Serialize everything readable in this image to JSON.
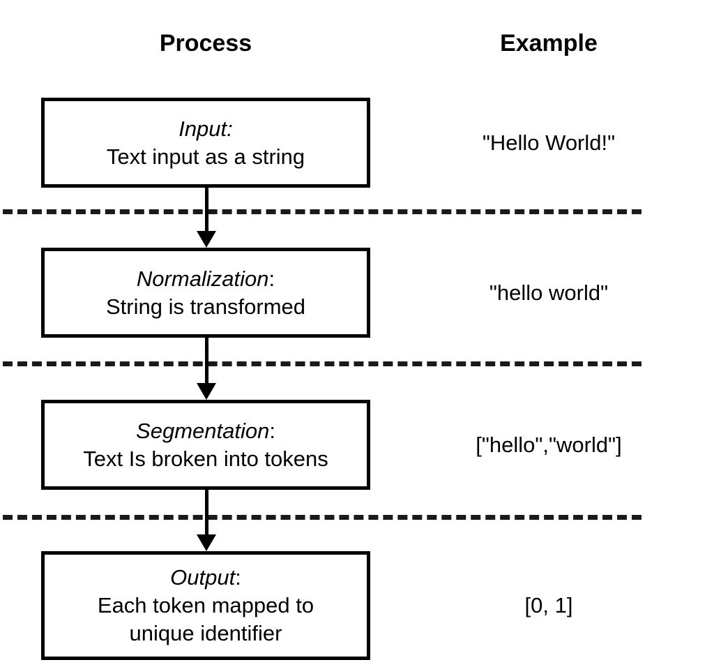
{
  "headers": {
    "process": "Process",
    "example": "Example"
  },
  "colors": {
    "background": "#ffffff",
    "stroke": "#000000",
    "text": "#000000",
    "separator": "#1a1a1a"
  },
  "steps": [
    {
      "stage": "Input",
      "colon": ":",
      "description": "Text input as a string",
      "description_line2": "",
      "example": "\"Hello World!\""
    },
    {
      "stage": "Normalization",
      "colon": ":",
      "description": "String is transformed",
      "description_line2": "",
      "example": "\"hello world\""
    },
    {
      "stage": "Segmentation",
      "colon": ":",
      "description": "Text Is broken into tokens",
      "description_line2": "",
      "example": "[\"hello\",\"world\"]"
    },
    {
      "stage": "Output",
      "colon": ":",
      "description": "Each token mapped to",
      "description_line2": "unique identifier",
      "example": "[0, 1]"
    }
  ],
  "connectors": [
    {
      "name": "input-to-normalization"
    },
    {
      "name": "normalization-to-segmentation"
    },
    {
      "name": "segmentation-to-output"
    }
  ],
  "separators": [
    {
      "name": "separator-input-normalization"
    },
    {
      "name": "separator-normalization-segmentation"
    },
    {
      "name": "separator-segmentation-output"
    }
  ]
}
